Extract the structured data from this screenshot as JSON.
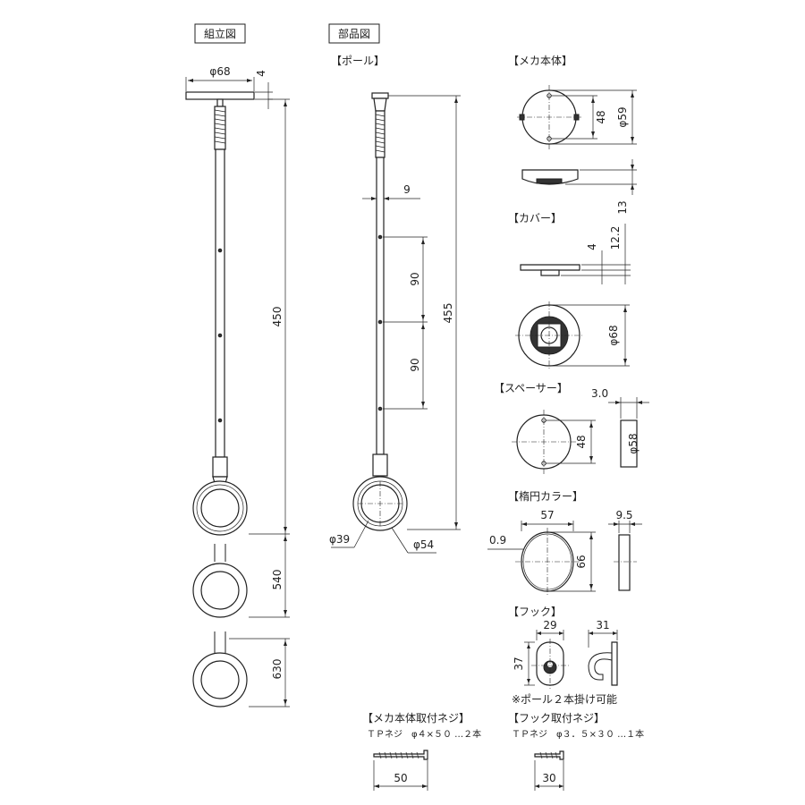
{
  "sections": {
    "assembly_title": "組立図",
    "parts_title": "部品図"
  },
  "labels": {
    "pole": "【ポール】",
    "mecha_body": "【メカ本体】",
    "cover": "【カバー】",
    "spacer": "【スペーサー】",
    "oval_collar": "【楕円カラー】",
    "hook": "【フック】",
    "mecha_screw": "【メカ本体取付ネジ】",
    "hook_screw": "【フック取付ネジ】"
  },
  "notes": {
    "mecha_screw_spec": "ＴＰネジ　φ４×５０ …２本",
    "hook_screw_spec": "ＴＰネジ　φ３．５×３０ …１本",
    "hook_note": "※ポール２本掛け可能"
  },
  "dimensions": {
    "assembly_base_dia": "φ68",
    "assembly_base_thk": "4",
    "assembly_len_450": "450",
    "assembly_len_540": "540",
    "assembly_len_630": "630",
    "pole_dia": "9",
    "pole_pitch_1": "90",
    "pole_pitch_2": "90",
    "pole_len": "455",
    "ring_inner": "φ39",
    "ring_outer": "φ54",
    "mecha_pitch": "48",
    "mecha_dia": "φ59",
    "mecha_height": "13",
    "cover_thk": "4",
    "cover_height": "12.2",
    "cover_dia": "φ68",
    "spacer_thk": "3.0",
    "spacer_pitch": "48",
    "spacer_dia": "φ58",
    "collar_width": "57",
    "collar_depth": "9.5",
    "collar_edge": "0.9",
    "collar_height": "66",
    "hook_width": "29",
    "hook_height": "37",
    "hook_depth": "31",
    "mecha_screw_len": "50",
    "hook_screw_len": "30"
  }
}
